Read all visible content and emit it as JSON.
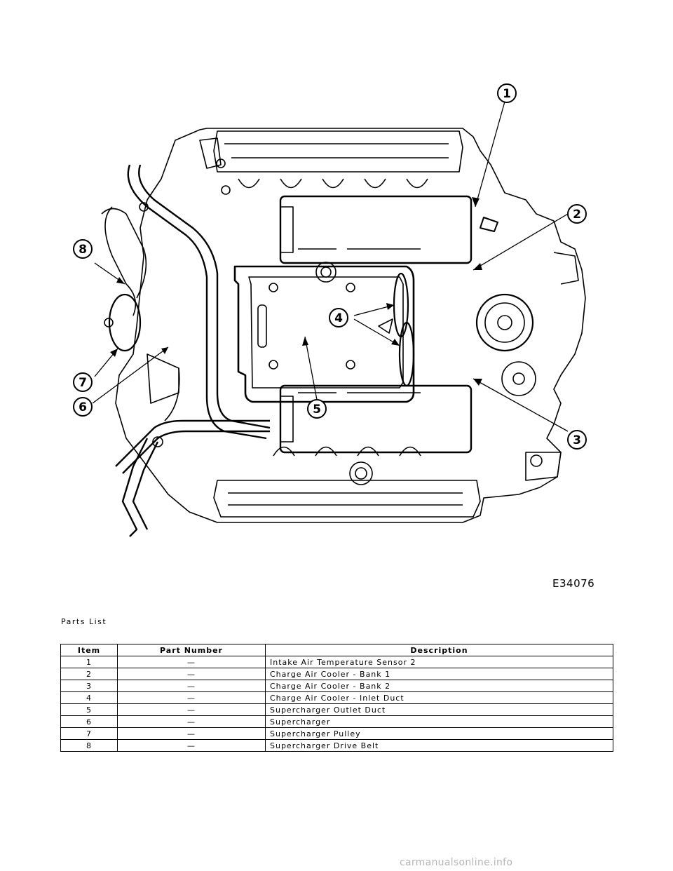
{
  "figure": {
    "code": "E34076",
    "callouts": [
      "1",
      "2",
      "3",
      "4",
      "5",
      "6",
      "7",
      "8"
    ]
  },
  "parts_list": {
    "caption": "Parts List",
    "headers": {
      "item": "Item",
      "part_number": "Part Number",
      "description": "Description"
    },
    "rows": [
      {
        "item": "1",
        "part_number": "—",
        "description": "Intake Air Temperature Sensor 2"
      },
      {
        "item": "2",
        "part_number": "—",
        "description": "Charge Air Cooler - Bank 1"
      },
      {
        "item": "3",
        "part_number": "—",
        "description": "Charge Air Cooler - Bank 2"
      },
      {
        "item": "4",
        "part_number": "—",
        "description": "Charge Air Cooler - Inlet Duct"
      },
      {
        "item": "5",
        "part_number": "—",
        "description": "Supercharger Outlet Duct"
      },
      {
        "item": "6",
        "part_number": "—",
        "description": "Supercharger"
      },
      {
        "item": "7",
        "part_number": "—",
        "description": "Supercharger Pulley"
      },
      {
        "item": "8",
        "part_number": "—",
        "description": "Supercharger Drive Belt"
      }
    ]
  },
  "watermark": "carmanualsonline.info"
}
